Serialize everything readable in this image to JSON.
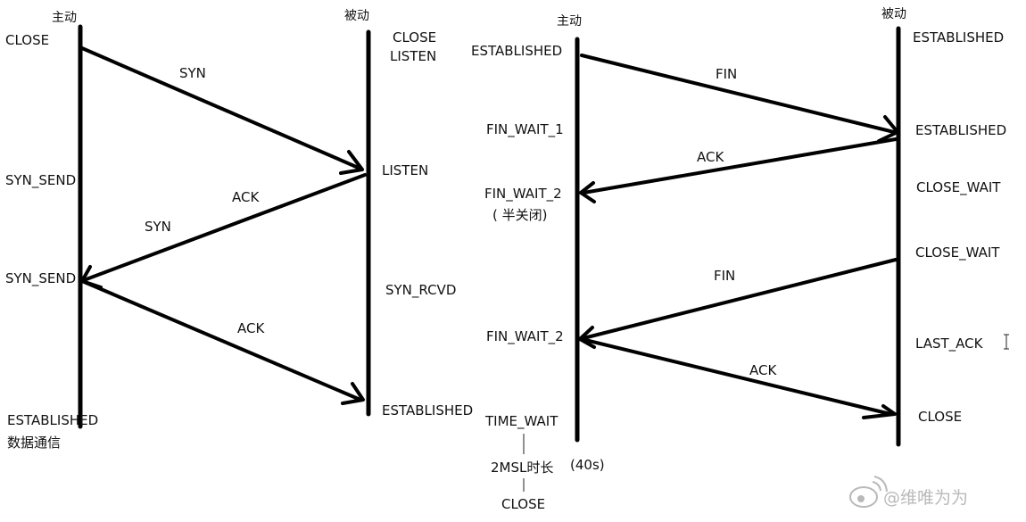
{
  "handshake": {
    "client_header": "主动",
    "server_header": "被动",
    "client_states": [
      "CLOSE",
      "SYN_SEND",
      "SYN_SEND",
      "ESTABLISHED",
      "数据通信"
    ],
    "server_states": [
      "CLOSE",
      "LISTEN",
      "LISTEN",
      "SYN_RCVD",
      "ESTABLISHED"
    ],
    "messages": [
      "SYN",
      "ACK",
      "SYN",
      "ACK"
    ]
  },
  "teardown": {
    "client_header": "主动",
    "server_header": "被动",
    "client_states": [
      "ESTABLISHED",
      "FIN_WAIT_1",
      "FIN_WAIT_2",
      "( 半关闭)",
      "FIN_WAIT_2",
      "TIME_WAIT",
      "2MSL时长",
      "(40s)",
      "CLOSE"
    ],
    "server_states": [
      "ESTABLISHED",
      "ESTABLISHED",
      "CLOSE_WAIT",
      "CLOSE_WAIT",
      "LAST_ACK",
      "CLOSE"
    ],
    "messages": [
      "FIN",
      "ACK",
      "FIN",
      "ACK"
    ]
  },
  "cursor_icon": "text-cursor-icon",
  "watermark": "@维唯为为"
}
